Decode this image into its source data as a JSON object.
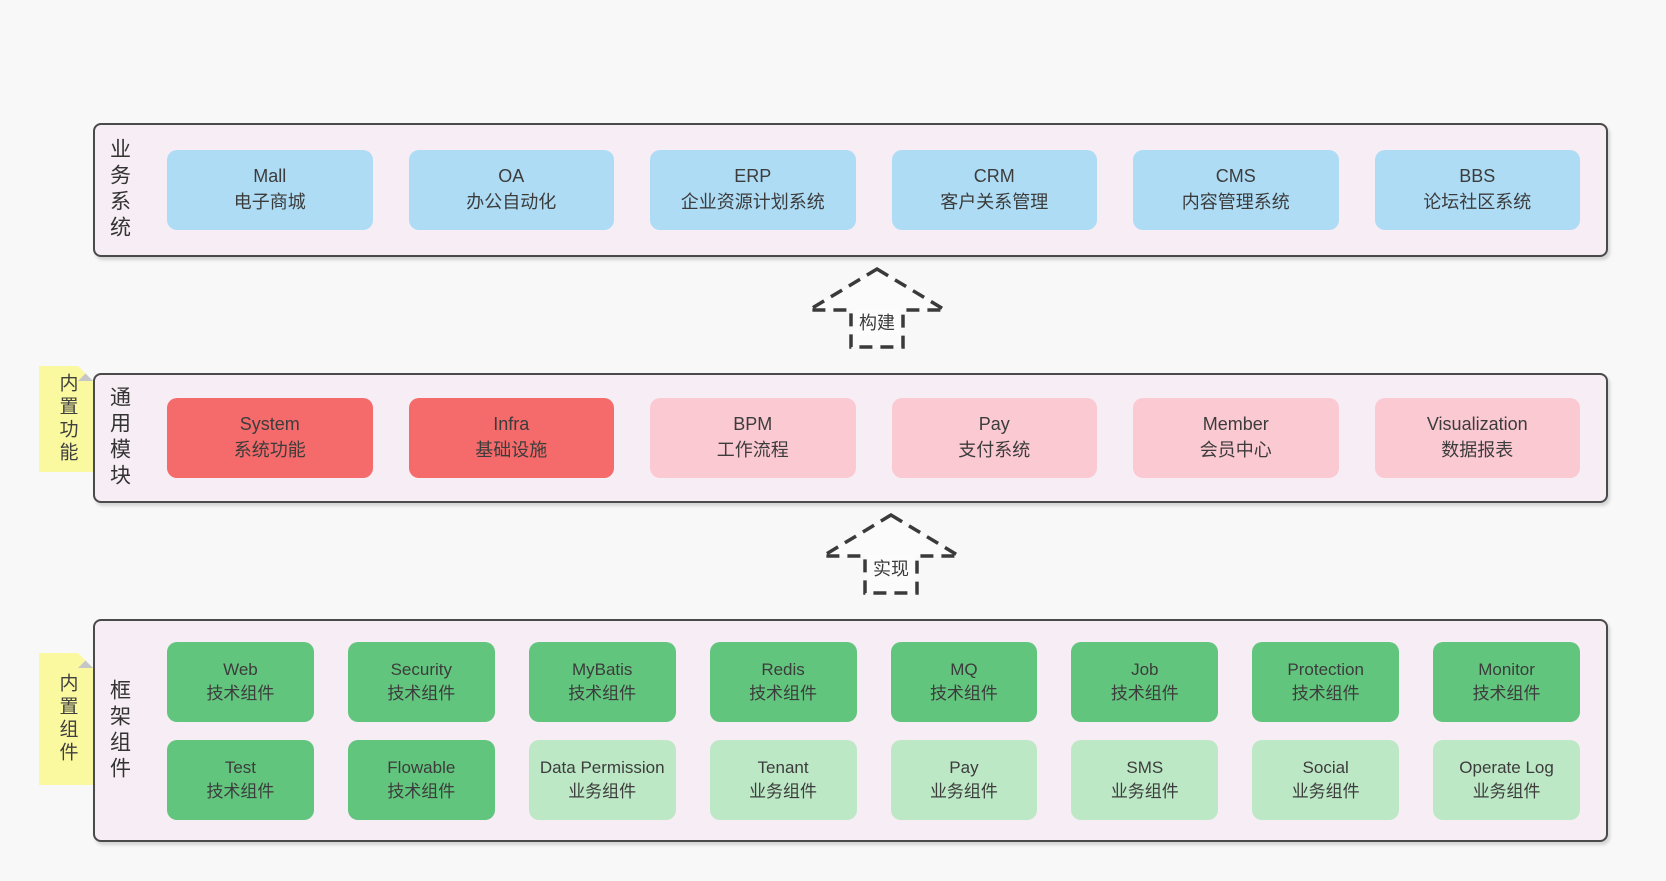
{
  "diagram": {
    "bands": [
      {
        "label": "业务系统",
        "boxes": [
          {
            "en": "Mall",
            "zh": "电子商城"
          },
          {
            "en": "OA",
            "zh": "办公自动化"
          },
          {
            "en": "ERP",
            "zh": "企业资源计划系统"
          },
          {
            "en": "CRM",
            "zh": "客户关系管理"
          },
          {
            "en": "CMS",
            "zh": "内容管理系统"
          },
          {
            "en": "BBS",
            "zh": "论坛社区系统"
          }
        ]
      },
      {
        "label": "通用模块",
        "boxes": [
          {
            "en": "System",
            "zh": "系统功能"
          },
          {
            "en": "Infra",
            "zh": "基础设施"
          },
          {
            "en": "BPM",
            "zh": "工作流程"
          },
          {
            "en": "Pay",
            "zh": "支付系统"
          },
          {
            "en": "Member",
            "zh": "会员中心"
          },
          {
            "en": "Visualization",
            "zh": "数据报表"
          }
        ]
      },
      {
        "label": "框架组件",
        "rows": [
          [
            {
              "en": "Web",
              "zh": "技术组件"
            },
            {
              "en": "Security",
              "zh": "技术组件"
            },
            {
              "en": "MyBatis",
              "zh": "技术组件"
            },
            {
              "en": "Redis",
              "zh": "技术组件"
            },
            {
              "en": "MQ",
              "zh": "技术组件"
            },
            {
              "en": "Job",
              "zh": "技术组件"
            },
            {
              "en": "Protection",
              "zh": "技术组件"
            },
            {
              "en": "Monitor",
              "zh": "技术组件"
            }
          ],
          [
            {
              "en": "Test",
              "zh": "技术组件"
            },
            {
              "en": "Flowable",
              "zh": "技术组件"
            },
            {
              "en": "Data Permission",
              "zh": "业务组件"
            },
            {
              "en": "Tenant",
              "zh": "业务组件"
            },
            {
              "en": "Pay",
              "zh": "业务组件"
            },
            {
              "en": "SMS",
              "zh": "业务组件"
            },
            {
              "en": "Social",
              "zh": "业务组件"
            },
            {
              "en": "Operate Log",
              "zh": "业务组件"
            }
          ]
        ]
      }
    ],
    "arrows": [
      {
        "label": "构建"
      },
      {
        "label": "实现"
      }
    ],
    "stickies": [
      {
        "label": "内置功能"
      },
      {
        "label": "内置组件"
      }
    ],
    "colors": {
      "page_bg": "#f8f8f8",
      "band_bg": "#f7edf5",
      "band_border": "#4a4a4a",
      "blue": "#aedcf5",
      "red": "#f56a6a",
      "pink": "#fbc9d2",
      "green": "#62c57d",
      "light_green": "#bde8c6",
      "sticky_yellow": "#fbf9a0",
      "text": "#3c3c3c"
    }
  }
}
